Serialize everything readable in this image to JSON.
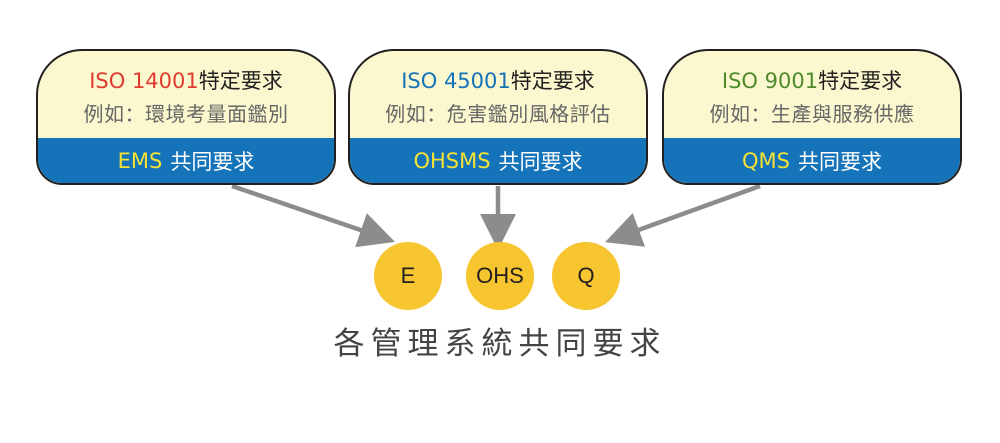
{
  "cards": [
    {
      "standard": "ISO 14001",
      "standard_color": "#e03a2f",
      "requirement": "特定要求",
      "example": "例如：環境考量面鑑別",
      "abbr": "EMS",
      "common": "共同要求"
    },
    {
      "standard": "ISO 45001",
      "standard_color": "#1473b9",
      "requirement": "特定要求",
      "example": "例如：危害鑑別風格評估",
      "abbr": "OHSMS",
      "common": "共同要求"
    },
    {
      "standard": "ISO 9001",
      "standard_color": "#4f8a2c",
      "requirement": "特定要求",
      "example": "例如：生產與服務供應",
      "abbr": "QMS",
      "common": "共同要求"
    }
  ],
  "circles": [
    "E",
    "OHS",
    "Q"
  ],
  "bottom_title": "各管理系統共同要求",
  "colors": {
    "band": "#1473b9",
    "band_abbr": "#f5e234",
    "card_fill": "#fbf8cf",
    "circle": "#f6c530",
    "arrow": "#8c8c8c"
  }
}
